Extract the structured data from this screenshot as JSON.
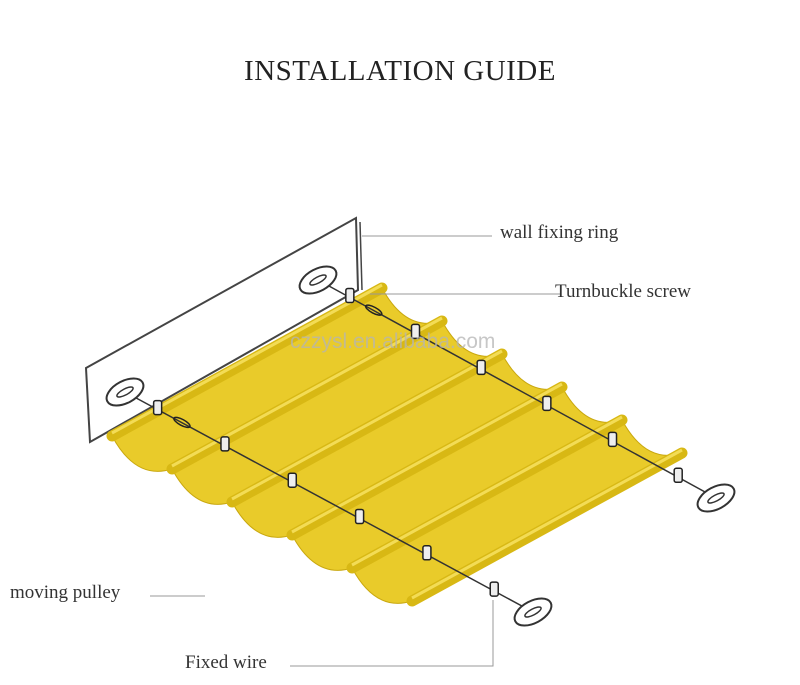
{
  "title": "INSTALLATION GUIDE",
  "labels": {
    "wall_ring": "wall fixing ring",
    "turnbuckle": "Turnbuckle screw",
    "pulley": "moving pulley",
    "wire": "Fixed wire"
  },
  "watermark": "czzysl.en.alibaba.com",
  "colors": {
    "fabric": "#E9CB2A",
    "rod": "#D8B814",
    "line": "#999999"
  }
}
